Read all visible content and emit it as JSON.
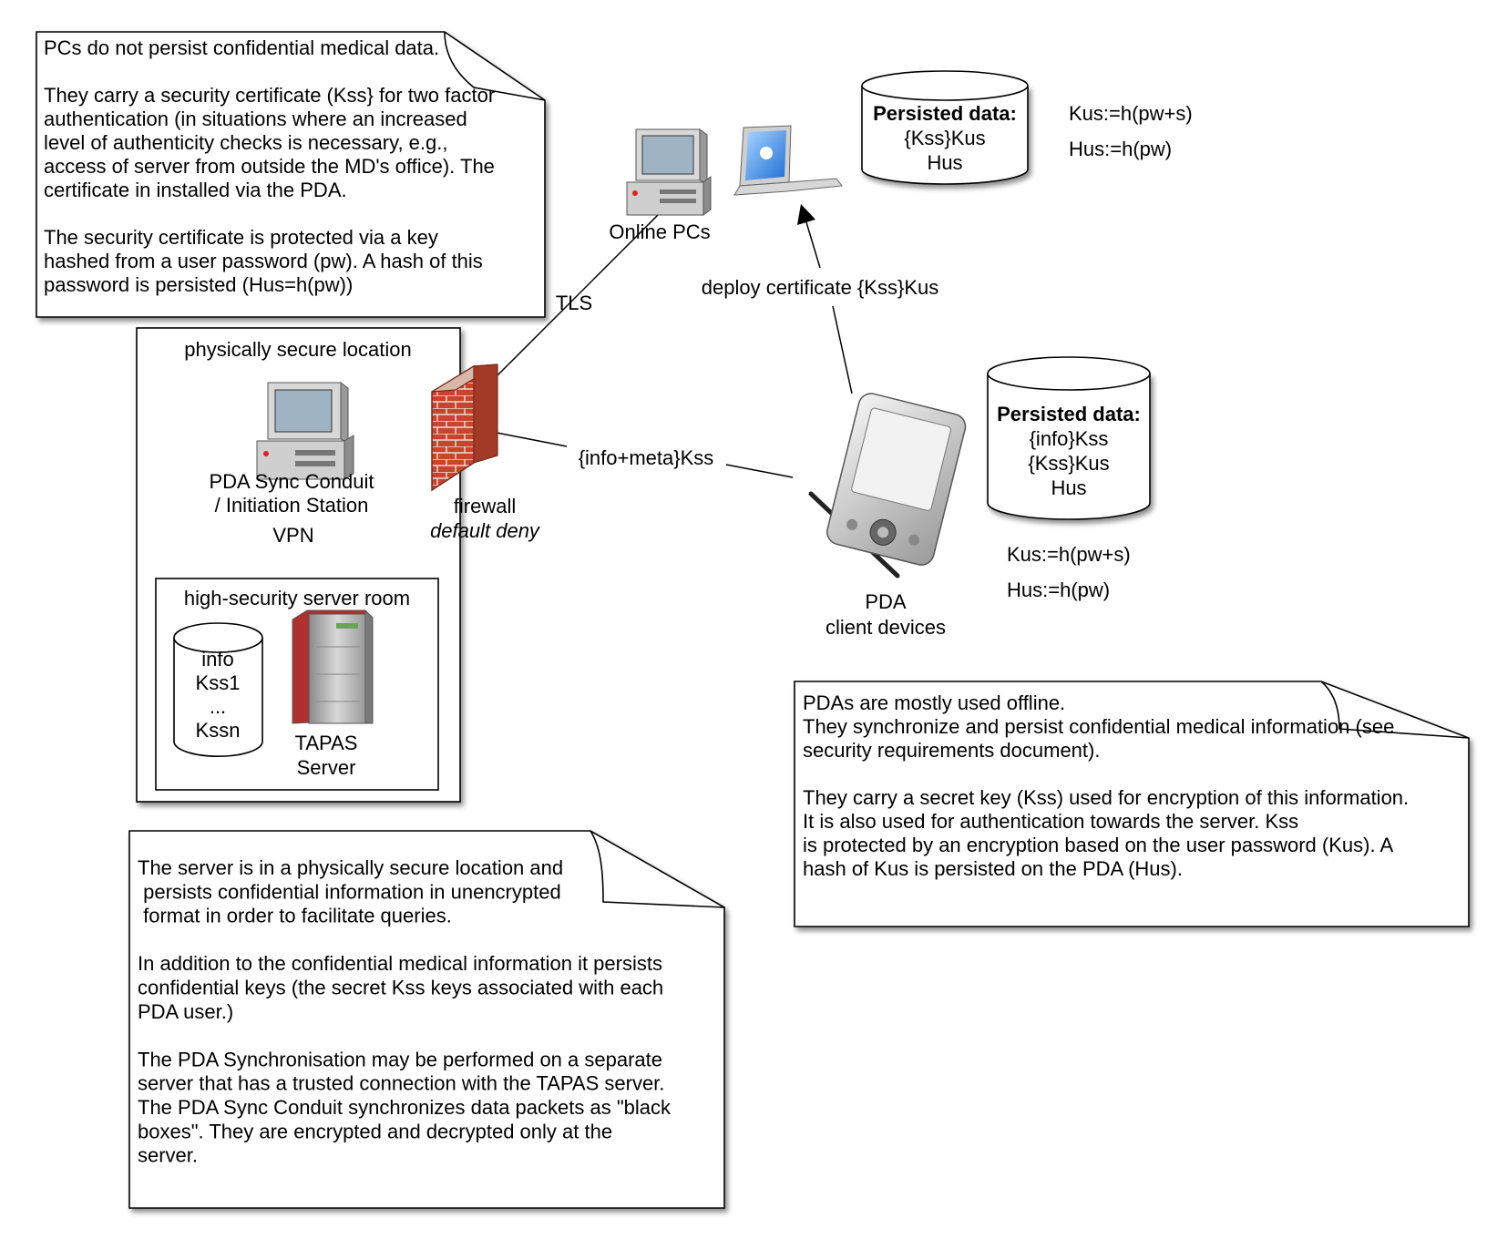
{
  "notes": {
    "pc": {
      "lines": [
        "PCs do not persist confidential medical data.",
        "",
        "They carry a security certificate (Kss} for two factor",
        "authentication (in situations where an increased",
        "level of authenticity checks is necessary, e.g.,",
        "access of server from outside the MD's office). The",
        "certificate in installed via the PDA.",
        "",
        "The security certificate is protected via a key",
        "hashed from a user password (pw). A hash of this",
        "password is persisted (Hus=h(pw))"
      ]
    },
    "server": {
      "lines": [
        "The server is in a physically secure location and",
        " persists confidential information in unencrypted",
        " format in order to facilitate queries.",
        "",
        "In addition to the confidential medical information it persists",
        "confidential keys (the secret Kss keys associated with each",
        "PDA user.)",
        "",
        "The PDA Synchronisation may be performed on a separate",
        "server that has a trusted connection with the TAPAS server.",
        "The PDA Sync Conduit synchronizes data packets as \"black",
        "boxes\". They are encrypted and decrypted only at the",
        "server."
      ]
    },
    "pda": {
      "lines": [
        "PDAs are mostly used offline.",
        "They synchronize and persist confidential medical information (see",
        "security requirements document).",
        "",
        "They carry a secret key (Kss) used for encryption of this information.",
        "It is also used for authentication towards the server. Kss",
        "is protected by an encryption based on the user password (Kus). A",
        "hash of Kus is persisted on the PDA (Hus)."
      ]
    }
  },
  "secure_location": {
    "label": "physically secure location"
  },
  "sync_station": {
    "label_lines": [
      "PDA Sync Conduit",
      "/ Initiation Station"
    ]
  },
  "vpn_label": "VPN",
  "server_room": {
    "label": "high-security server room"
  },
  "server_db": {
    "lines": [
      "info",
      "Kss1",
      "...",
      "Kssn"
    ]
  },
  "tapas_server": {
    "label_lines": [
      "TAPAS",
      "Server"
    ]
  },
  "firewall": {
    "label": "firewall",
    "sublabel": "default deny"
  },
  "tls_label": "TLS",
  "online_pcs": {
    "label": "Online PCs"
  },
  "laptop_db": {
    "title": "Persisted data:",
    "lines": [
      "{Kss}Kus",
      "Hus"
    ]
  },
  "laptop_formulas": [
    "Kus:=h(pw+s)",
    "Hus:=h(pw)"
  ],
  "deploy_label": "deploy certificate {Kss}Kus",
  "sync_label": "{info+meta}Kss",
  "pda_db": {
    "title": "Persisted data:",
    "lines": [
      "{info}Kss",
      "{Kss}Kus",
      "Hus"
    ]
  },
  "pda_formulas": [
    "Kus:=h(pw+s)",
    "Hus:=h(pw)"
  ],
  "pda_device": {
    "label_lines": [
      "PDA",
      "client devices"
    ]
  },
  "icons": [
    "desktop-computer-icon",
    "laptop-icon",
    "pda-device-icon",
    "server-tower-icon",
    "firewall-brick-icon",
    "database-cylinder-icon"
  ]
}
